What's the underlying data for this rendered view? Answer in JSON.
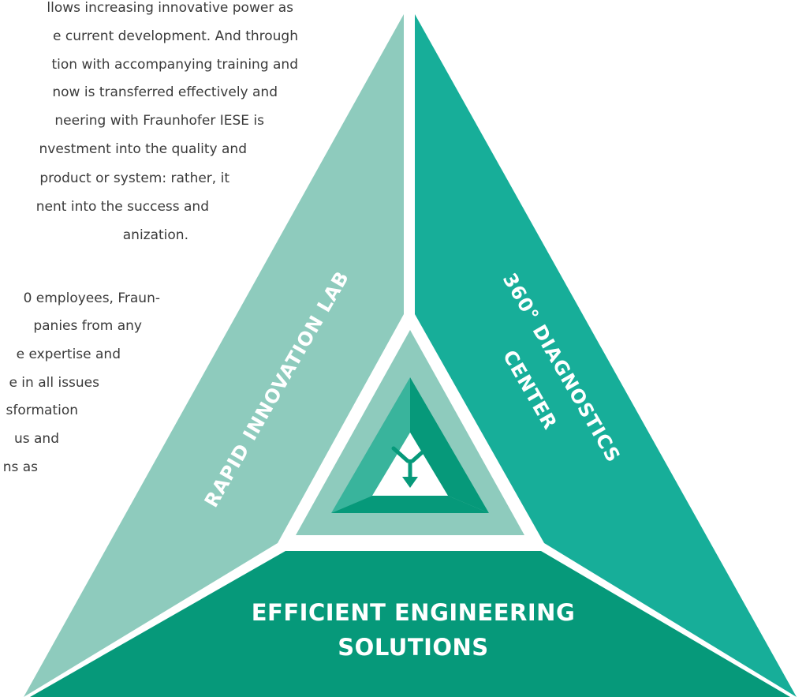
{
  "body_text": {
    "lines": [
      "llows increasing innovative power as",
      "e current development. And through",
      "tion with accompanying training and",
      "now is transferred effectively and",
      "neering with Fraunhofer IESE is",
      "nvestment into the quality and",
      "product or system: rather, it",
      "nent into the success and",
      "anization.",
      "",
      "0 employees, Fraun-",
      "panies from any",
      "e expertise and",
      "e in all issues",
      "sformation",
      "us and",
      "ns as"
    ]
  },
  "diagram": {
    "segments": {
      "left": {
        "label": "RAPID INNOVATION LAB",
        "color": "#8ecbbd"
      },
      "right": {
        "label_line1": "360° DIAGNOSTICS",
        "label_line2": "CENTER",
        "color": "#17ae99"
      },
      "bottom": {
        "label_line1": "EFFICIENT ENGINEERING",
        "label_line2": "SOLUTIONS",
        "color": "#06997a"
      }
    },
    "center_colors": {
      "ring": "#8ecbbd",
      "inner_left": "#39b49c",
      "inner_right": "#06997a",
      "inner_bottom": "#06997a",
      "core": "#ffffff",
      "symbol": "#06997a"
    },
    "center_icon": "arrow-split-icon"
  }
}
